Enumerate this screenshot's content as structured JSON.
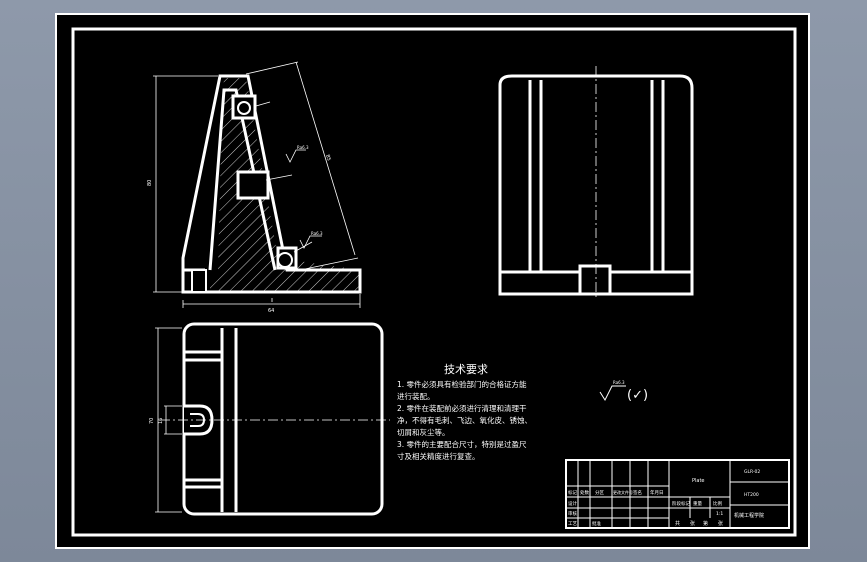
{
  "drawing": {
    "tech_requirements": {
      "title": "技术要求",
      "lines": [
        "1. 零件必须具有检验部门的合格证方能",
        "进行装配。",
        "2. 零件在装配前必须进行清理和清理干",
        "净，不得有毛刺、飞边、氧化皮、锈蚀、",
        "切屑和灰尘等。",
        "3. 零件的主要配合尺寸，特别是过盈尺",
        "寸及相关精度进行复查。"
      ]
    },
    "roughness_note": {
      "symbol_value": "Ra6.3",
      "check_mark": "(✓)"
    },
    "title_block": {
      "part_name": "Plate",
      "material": "HT200",
      "drawing_no": "GLR-02",
      "scale": "1:1",
      "company": "机械工程学院",
      "row_labels": [
        "标记",
        "处数",
        "分区",
        "更改文件号",
        "签名",
        "年月日"
      ],
      "role_labels": [
        "设计",
        "审核",
        "工艺",
        "批准"
      ],
      "stage_labels": [
        "阶段标记",
        "重量",
        "比例"
      ],
      "sheet_labels": [
        "共",
        "张",
        "第",
        "张"
      ]
    },
    "dims": {
      "height": "80",
      "incline_length": "85",
      "base_width": "64",
      "left_height": "70",
      "bore": "16"
    }
  }
}
